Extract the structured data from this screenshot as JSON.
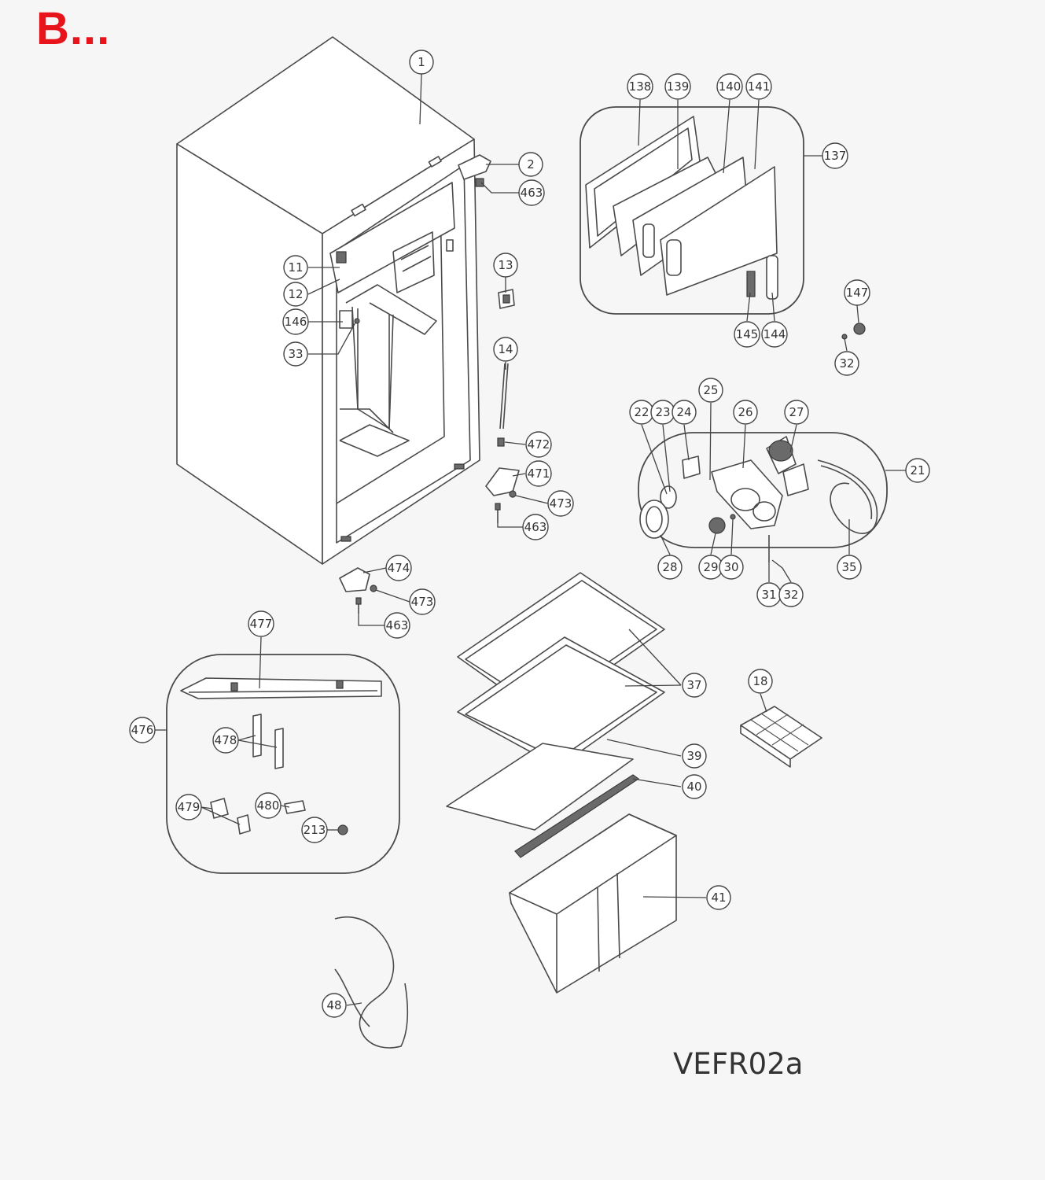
{
  "page_badge": {
    "text": "B...",
    "color": "#e8141b"
  },
  "diagram_code": "VEFR02a",
  "callouts": [
    {
      "id": "c1",
      "label": "1"
    },
    {
      "id": "c2",
      "label": "2"
    },
    {
      "id": "c463a",
      "label": "463"
    },
    {
      "id": "c11",
      "label": "11"
    },
    {
      "id": "c12",
      "label": "12"
    },
    {
      "id": "c146",
      "label": "146"
    },
    {
      "id": "c33",
      "label": "33"
    },
    {
      "id": "c13",
      "label": "13"
    },
    {
      "id": "c14",
      "label": "14"
    },
    {
      "id": "c472",
      "label": "472"
    },
    {
      "id": "c471",
      "label": "471"
    },
    {
      "id": "c473a",
      "label": "473"
    },
    {
      "id": "c463b",
      "label": "463"
    },
    {
      "id": "c474",
      "label": "474"
    },
    {
      "id": "c473b",
      "label": "473"
    },
    {
      "id": "c463c",
      "label": "463"
    },
    {
      "id": "c138",
      "label": "138"
    },
    {
      "id": "c139",
      "label": "139"
    },
    {
      "id": "c140",
      "label": "140"
    },
    {
      "id": "c141",
      "label": "141"
    },
    {
      "id": "c137",
      "label": "137"
    },
    {
      "id": "c145",
      "label": "145"
    },
    {
      "id": "c144",
      "label": "144"
    },
    {
      "id": "c147",
      "label": "147"
    },
    {
      "id": "c32a",
      "label": "32"
    },
    {
      "id": "c22",
      "label": "22"
    },
    {
      "id": "c23",
      "label": "23"
    },
    {
      "id": "c24",
      "label": "24"
    },
    {
      "id": "c25",
      "label": "25"
    },
    {
      "id": "c26",
      "label": "26"
    },
    {
      "id": "c27",
      "label": "27"
    },
    {
      "id": "c21",
      "label": "21"
    },
    {
      "id": "c28",
      "label": "28"
    },
    {
      "id": "c29",
      "label": "29"
    },
    {
      "id": "c30",
      "label": "30"
    },
    {
      "id": "c35",
      "label": "35"
    },
    {
      "id": "c31",
      "label": "31"
    },
    {
      "id": "c32b",
      "label": "32"
    },
    {
      "id": "c477",
      "label": "477"
    },
    {
      "id": "c476",
      "label": "476"
    },
    {
      "id": "c478",
      "label": "478"
    },
    {
      "id": "c479",
      "label": "479"
    },
    {
      "id": "c480",
      "label": "480"
    },
    {
      "id": "c213",
      "label": "213"
    },
    {
      "id": "c37",
      "label": "37"
    },
    {
      "id": "c18",
      "label": "18"
    },
    {
      "id": "c39",
      "label": "39"
    },
    {
      "id": "c40",
      "label": "40"
    },
    {
      "id": "c41",
      "label": "41"
    },
    {
      "id": "c48",
      "label": "48"
    }
  ]
}
